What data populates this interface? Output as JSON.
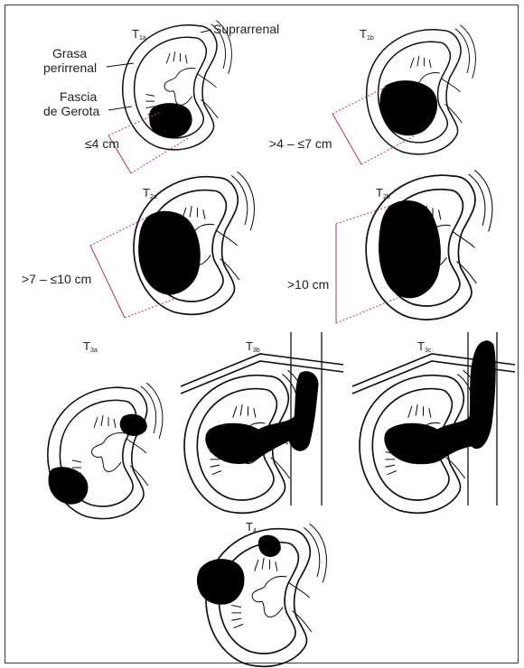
{
  "annotations": {
    "suprarrenal": "Suprarrenal",
    "grasa_line1": "Grasa",
    "grasa_line2": "perirrenal",
    "fascia_line1": "Fascia",
    "fascia_line2": "de Gerota"
  },
  "panels": [
    {
      "stage": "T",
      "sub": "1a",
      "size_label": "≤4 cm"
    },
    {
      "stage": "T",
      "sub": "1b",
      "size_label": ">4 – ≤7 cm"
    },
    {
      "stage": "T",
      "sub": "2a",
      "size_label": ">7 – ≤10 cm"
    },
    {
      "stage": "T",
      "sub": "2b",
      "size_label": ">10 cm"
    },
    {
      "stage": "T",
      "sub": "3a",
      "size_label": ""
    },
    {
      "stage": "T",
      "sub": "3b",
      "size_label": ""
    },
    {
      "stage": "T",
      "sub": "3c",
      "size_label": ""
    },
    {
      "stage": "T",
      "sub": "4",
      "size_label": ""
    }
  ],
  "colors": {
    "tumor": "#000000",
    "outline": "#111111",
    "dimension_line": "#b24b6a"
  }
}
